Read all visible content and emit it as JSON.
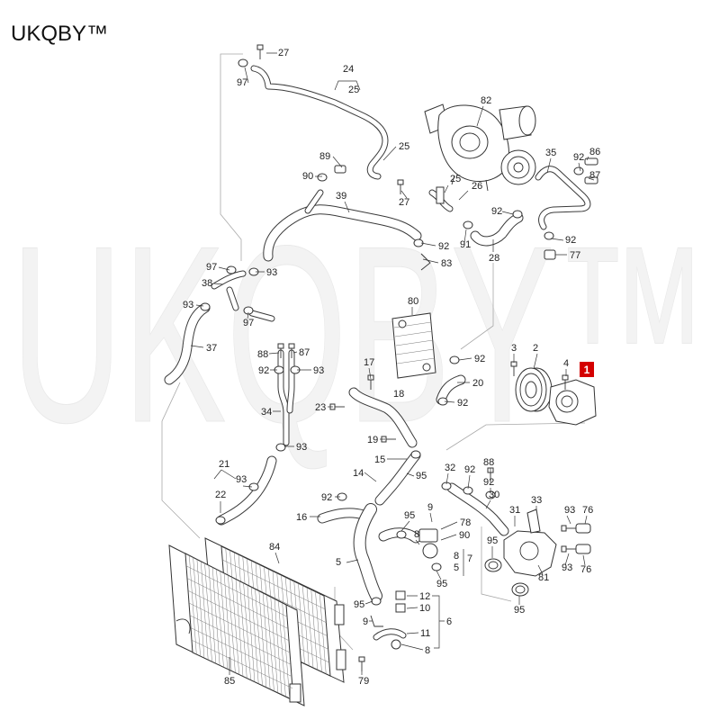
{
  "brand": {
    "logo": "UKQBY™",
    "watermark": "UKQBY™"
  },
  "diagram": {
    "highlighted_part": "1",
    "highlight_color": "#d40000",
    "callouts": [
      "27",
      "97",
      "24",
      "25",
      "82",
      "25",
      "89",
      "90",
      "35",
      "92",
      "86",
      "87",
      "25",
      "26",
      "27",
      "39",
      "92",
      "92",
      "91",
      "92",
      "83",
      "28",
      "77",
      "97",
      "93",
      "38",
      "93",
      "97",
      "37",
      "80",
      "88",
      "87",
      "92",
      "93",
      "17",
      "18",
      "23",
      "34",
      "19",
      "93",
      "3",
      "2",
      "4",
      "92",
      "20",
      "92",
      "15",
      "21",
      "14",
      "95",
      "93",
      "22",
      "92",
      "16",
      "32",
      "92",
      "88",
      "92",
      "30",
      "33",
      "31",
      "9",
      "78",
      "95",
      "90",
      "8",
      "8",
      "7",
      "5",
      "95",
      "5",
      "95",
      "93",
      "76",
      "93",
      "76",
      "81",
      "95",
      "84",
      "95",
      "12",
      "10",
      "9",
      "6",
      "11",
      "8",
      "85",
      "79"
    ]
  }
}
